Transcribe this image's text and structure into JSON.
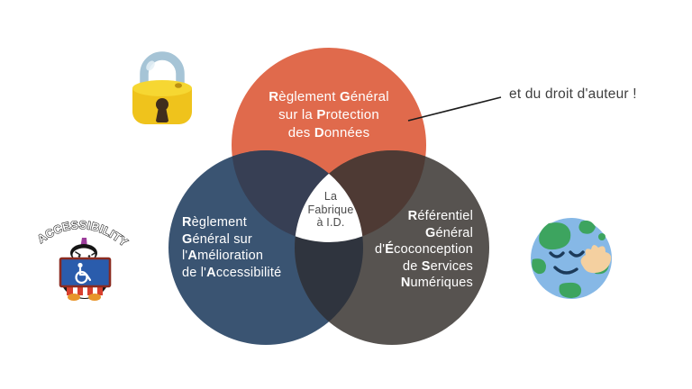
{
  "venn": {
    "circles": [
      {
        "id": "rgpd",
        "text": "Règlement Général sur la Protection des Données",
        "color": "#E06A4C",
        "lines": [
          [
            {
              "t": "R",
              "b": true
            },
            {
              "t": "èglement ",
              "b": false
            },
            {
              "t": "G",
              "b": true
            },
            {
              "t": "énéral",
              "b": false
            }
          ],
          [
            {
              "t": "sur la ",
              "b": false
            },
            {
              "t": "P",
              "b": true
            },
            {
              "t": "rotection",
              "b": false
            }
          ],
          [
            {
              "t": "des ",
              "b": false
            },
            {
              "t": "D",
              "b": true
            },
            {
              "t": "onnées",
              "b": false
            }
          ]
        ]
      },
      {
        "id": "rgaa",
        "text": "Règlement Général sur l'Amélioration de l'Accessibilité",
        "color": "#3A5472",
        "lines": [
          [
            {
              "t": "R",
              "b": true
            },
            {
              "t": "èglement",
              "b": false
            }
          ],
          [
            {
              "t": "G",
              "b": true
            },
            {
              "t": "énéral sur",
              "b": false
            }
          ],
          [
            {
              "t": "l'",
              "b": false
            },
            {
              "t": "A",
              "b": true
            },
            {
              "t": "mélioration",
              "b": false
            }
          ],
          [
            {
              "t": "de l'",
              "b": false
            },
            {
              "t": "A",
              "b": true
            },
            {
              "t": "ccessibilité",
              "b": false
            }
          ]
        ]
      },
      {
        "id": "rgesn",
        "text": "Référentiel Général d'Écoconception de Services Numériques",
        "color": "#575350",
        "lines": [
          [
            {
              "t": "R",
              "b": true
            },
            {
              "t": "éférentiel",
              "b": false
            }
          ],
          [
            {
              "t": "G",
              "b": true
            },
            {
              "t": "énéral",
              "b": false
            }
          ],
          [
            {
              "t": "d'",
              "b": false
            },
            {
              "t": "É",
              "b": true
            },
            {
              "t": "coconception",
              "b": false
            }
          ],
          [
            {
              "t": "de ",
              "b": false
            },
            {
              "t": "S",
              "b": true
            },
            {
              "t": "ervices",
              "b": false
            }
          ],
          [
            {
              "t": "N",
              "b": true
            },
            {
              "t": "umériques",
              "b": false
            }
          ]
        ]
      }
    ],
    "overlaps": {
      "rgpd_rgaa": "#373F54",
      "rgpd_rgesn": "#4E3A34",
      "rgaa_rgesn": "#2F343E",
      "center_fill": "#FFFFFF"
    },
    "center": {
      "text": "La Fabrique à I.D.",
      "lines": [
        "La",
        "Fabrique",
        "à I.D."
      ]
    }
  },
  "annotation": {
    "text": "et du droit d'auteur !"
  },
  "mascot": {
    "arc_text": "ACCESSIBILITY"
  },
  "icons": {
    "lock": "yellow-padlock",
    "mascot": "penguin-holding-wheelchair-accessibility-sign",
    "earth": "smiling-earth-with-hand"
  }
}
